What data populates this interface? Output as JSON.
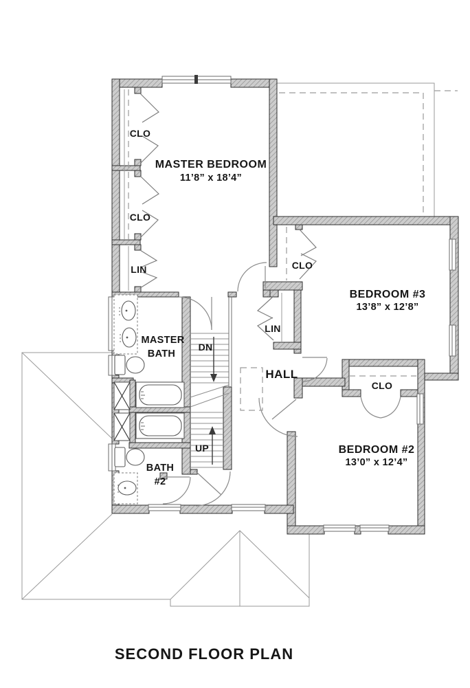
{
  "title": "SECOND FLOOR PLAN",
  "rooms": {
    "master_bedroom": {
      "label": "MASTER BEDROOM",
      "dims": "11’8” x 18’4”"
    },
    "bedroom_3": {
      "label": "BEDROOM #3",
      "dims": "13’8” x 12’8”"
    },
    "bedroom_2": {
      "label": "BEDROOM #2",
      "dims": "13’0” x 12’4”"
    },
    "master_bath": {
      "line1": "MASTER",
      "line2": "BATH"
    },
    "bath_2": {
      "line1": "BATH",
      "line2": "#2"
    },
    "hall": {
      "label": "HALL"
    }
  },
  "closets": {
    "master_closet_1": "CLO",
    "master_closet_2": "CLO",
    "master_linen": "LIN",
    "bedroom3_closet": "CLO",
    "hall_linen": "LIN",
    "bedroom2_closet": "CLO"
  },
  "stairs": {
    "down": "DN",
    "up": "UP"
  }
}
